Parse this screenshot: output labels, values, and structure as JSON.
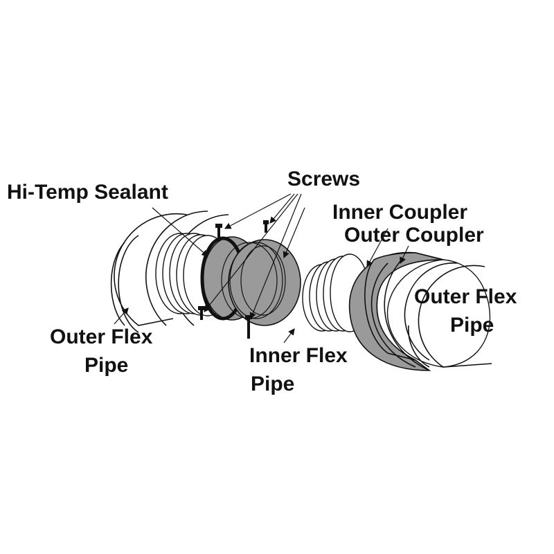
{
  "labels": {
    "hi_temp_sealant": "Hi-Temp Sealant",
    "screws": "Screws",
    "inner_coupler": "Inner Coupler",
    "outer_coupler": "Outer Coupler",
    "outer_flex_pipe_right_line1": "Outer Flex",
    "outer_flex_pipe_right_line2": "Pipe",
    "outer_flex_pipe_left_line1": "Outer Flex",
    "outer_flex_pipe_left_line2": "Pipe",
    "inner_flex_pipe_line1": "Inner Flex",
    "inner_flex_pipe_line2": "Pipe"
  },
  "colors": {
    "coupler_fill": "#9a9a9a",
    "line": "#111111"
  }
}
